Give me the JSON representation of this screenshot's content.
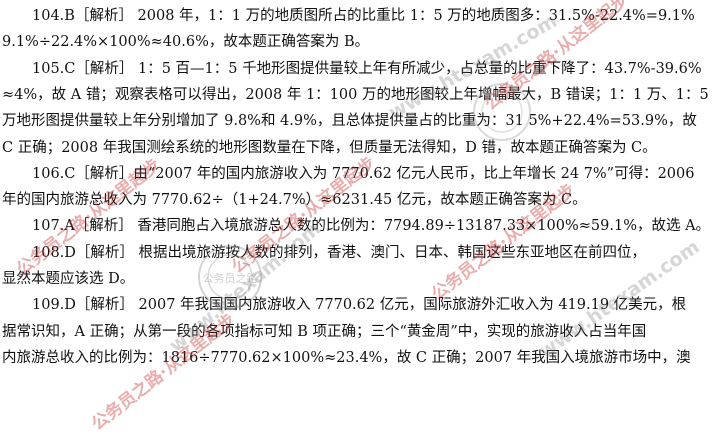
{
  "lines": [
    {
      "text": "104.B［解析］  2008 年，1：1 万的地质图所占的比重比 1：5 万的地质图多：31.5%-22.4%=9.1%",
      "indent": true
    },
    {
      "text": "9.1%÷22.4%×100%≈40.6%，故本题正确答案为 B。",
      "indent": false
    },
    {
      "text": "105.C［解析］  1：5 百—1：5 千地形图提供量较上年有所减少，占总量的比重下降了：43.7%-39.6%",
      "indent": true
    },
    {
      "text": "≈4%，故 A 错；观察表格可以得出，2008 年 1：100 万的地形图较上年增幅最大，B 错误；1：1 万、1：5",
      "indent": false
    },
    {
      "text": "万地形图提供量较上年分别增加了 9.8%和 4.9%，且总体提供量占的比重为：31   5%+22.4%=53.9%，故",
      "indent": false
    },
    {
      "text": "C 正确；2008 年我国测绘系统的地形图数量在下降，但质量无法得知，D 错，故本题正确答案为 C。",
      "indent": false
    },
    {
      "text": "106.C［解析］由“2007 年的国内旅游收入为 7770.62 亿元人民币，比上年增长 24   7%”可得：2006",
      "indent": true
    },
    {
      "text": "年的国内旅游总收入为 7770.62÷（1+24.7%）≈6231.45 亿元，故本题正确答案为 C。",
      "indent": false
    },
    {
      "text": "107.A［解析］  香港同胞占入境旅游总人数的比例为：7794.89÷13187.33×100%≈59.1%，故选 A。",
      "indent": true
    },
    {
      "text": "108.D［解析］  根据出境旅游按人数的排列，香港、澳门、日本、韩国这些东亚地区在前四位，",
      "indent": true
    },
    {
      "text": "显然本题应该选 D。",
      "indent": false
    },
    {
      "text": "109.D［解析］  2007 年我国国内旅游收入 7770.62 亿元，国际旅游外汇收入为 419.19 亿美元，根",
      "indent": true
    },
    {
      "text": "据常识知，A 正确；从第一段的各项指标可知 B 项正确；三个“黄金周”中，实现的旅游收入占当年国",
      "indent": false
    },
    {
      "text": "内旅游总收入的比例为：1816÷7770.62×100%≈23.4%，故 C 正确；2007 年我国入境旅游市场中，澳",
      "indent": false
    }
  ],
  "watermark": {
    "red_text": "公务员之路·从这里起步",
    "gray_text": "www.htexam.com",
    "seal_text": "公务员之路"
  }
}
